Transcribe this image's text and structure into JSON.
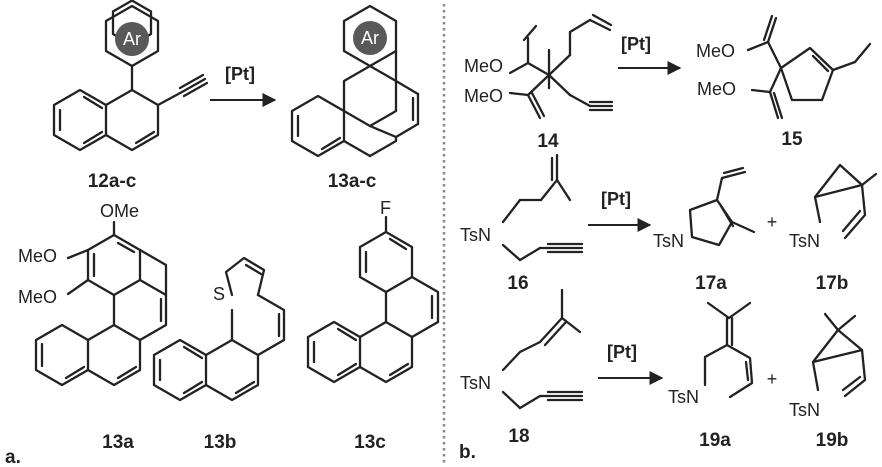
{
  "panel_a": {
    "tag": "a.",
    "catalyst": "[Pt]",
    "aryl_group": "Ar",
    "substrate_label": "12a-c",
    "product_label": "13a-c",
    "examples": [
      {
        "label": "13a",
        "substituents": [
          "OMe",
          "MeO",
          "MeO"
        ]
      },
      {
        "label": "13b",
        "heteroatom": "S"
      },
      {
        "label": "13c",
        "substituent": "F"
      }
    ]
  },
  "panel_b": {
    "tag": "b.",
    "reactions": [
      {
        "catalyst": "[Pt]",
        "substrate": {
          "label": "14",
          "groups": [
            "MeO",
            "MeO"
          ]
        },
        "products": [
          {
            "label": "15",
            "groups": [
              "MeO",
              "MeO"
            ]
          }
        ]
      },
      {
        "catalyst": "[Pt]",
        "substrate": {
          "label": "16",
          "group": "TsN"
        },
        "plus": "+",
        "products": [
          {
            "label": "17a",
            "group": "TsN"
          },
          {
            "label": "17b",
            "group": "TsN"
          }
        ]
      },
      {
        "catalyst": "[Pt]",
        "substrate": {
          "label": "18",
          "group": "TsN"
        },
        "plus": "+",
        "products": [
          {
            "label": "19a",
            "group": "TsN"
          },
          {
            "label": "19b",
            "group": "TsN"
          }
        ]
      }
    ]
  },
  "colors": {
    "ink": "#222222",
    "ar_circle": "#595959",
    "ar_text": "#ffffff",
    "divider": "#888888"
  }
}
